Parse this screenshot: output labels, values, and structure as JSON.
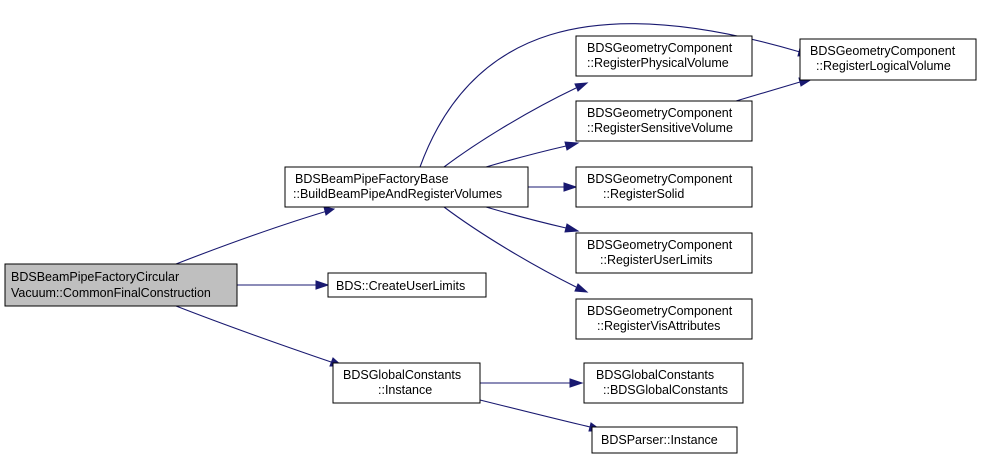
{
  "diagram": {
    "colors": {
      "edge": "#191970",
      "root_fill": "#bfbfbf",
      "node_fill": "#ffffff",
      "border": "#000000"
    },
    "nodes": {
      "root": {
        "line1": "BDSBeamPipeFactoryCircular",
        "line2": "Vacuum::CommonFinalConstruction"
      },
      "buildBeamPipe": {
        "line1": "BDSBeamPipeFactoryBase",
        "line2": "::BuildBeamPipeAndRegisterVolumes"
      },
      "createUserLimits": {
        "line1": "BDS::CreateUserLimits"
      },
      "globalConstantsInstance": {
        "line1": "BDSGlobalConstants",
        "line2": "::Instance"
      },
      "registerPhysicalVolume": {
        "line1": "BDSGeometryComponent",
        "line2": "::RegisterPhysicalVolume"
      },
      "registerSensitiveVolume": {
        "line1": "BDSGeometryComponent",
        "line2": "::RegisterSensitiveVolume"
      },
      "registerSolid": {
        "line1": "BDSGeometryComponent",
        "line2": "::RegisterSolid"
      },
      "registerUserLimits": {
        "line1": "BDSGeometryComponent",
        "line2": "::RegisterUserLimits"
      },
      "registerVisAttributes": {
        "line1": "BDSGeometryComponent",
        "line2": "::RegisterVisAttributes"
      },
      "registerLogicalVolume": {
        "line1": "BDSGeometryComponent",
        "line2": "::RegisterLogicalVolume"
      },
      "globalConstantsCtor": {
        "line1": "BDSGlobalConstants",
        "line2": "::BDSGlobalConstants"
      },
      "parserInstance": {
        "line1": "BDSParser::Instance"
      }
    }
  }
}
